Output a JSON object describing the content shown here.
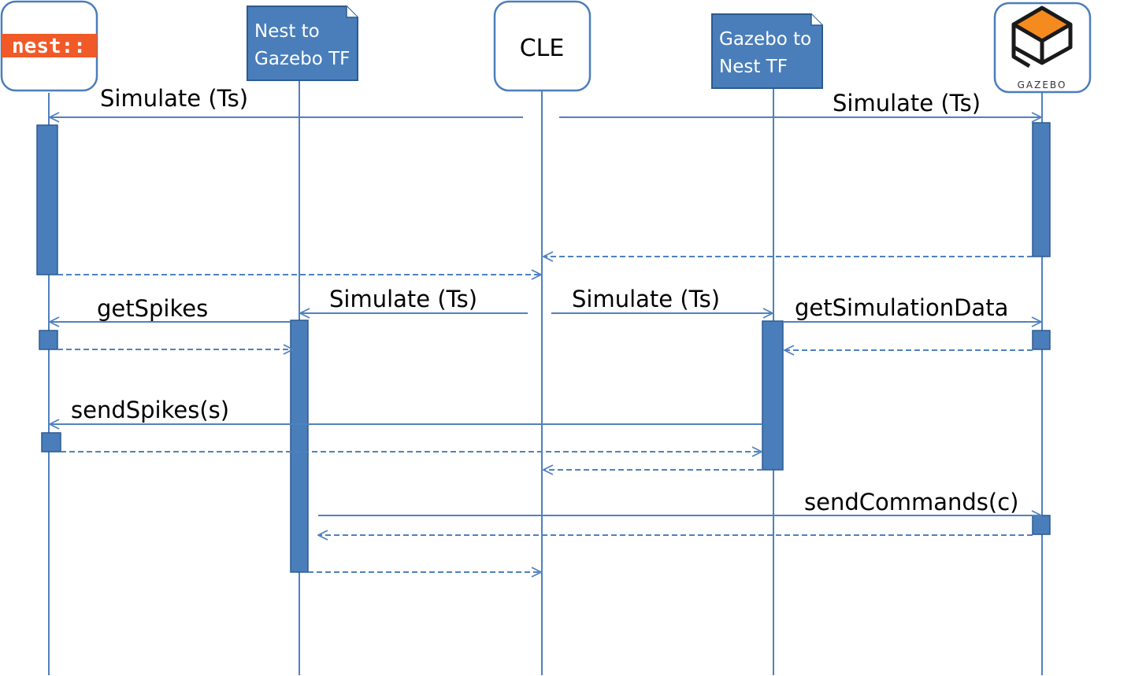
{
  "participants": {
    "nest": {
      "logo_text": "nest::"
    },
    "nest_to_gazebo": {
      "line1": "Nest to",
      "line2": "Gazebo TF"
    },
    "cle": {
      "label": "CLE"
    },
    "gazebo_to_nest": {
      "line1": "Gazebo to",
      "line2": "Nest TF"
    },
    "gazebo": {
      "logo_text": "GAZEBO"
    }
  },
  "messages": {
    "simulate_nest": "Simulate (Ts)",
    "simulate_gazebo": "Simulate (Ts)",
    "simulate_nest_tf": "Simulate (Ts)",
    "simulate_gazebo_tf": "Simulate (Ts)",
    "get_spikes": "getSpikes",
    "get_simulation_data": "getSimulationData",
    "send_spikes": "sendSpikes(s)",
    "send_commands": "sendCommands(c)"
  },
  "colors": {
    "line": "#4f81bd",
    "activation": "#4a7ebb",
    "nest_brand": "#f05a28",
    "gazebo_orange": "#f58a1f"
  }
}
